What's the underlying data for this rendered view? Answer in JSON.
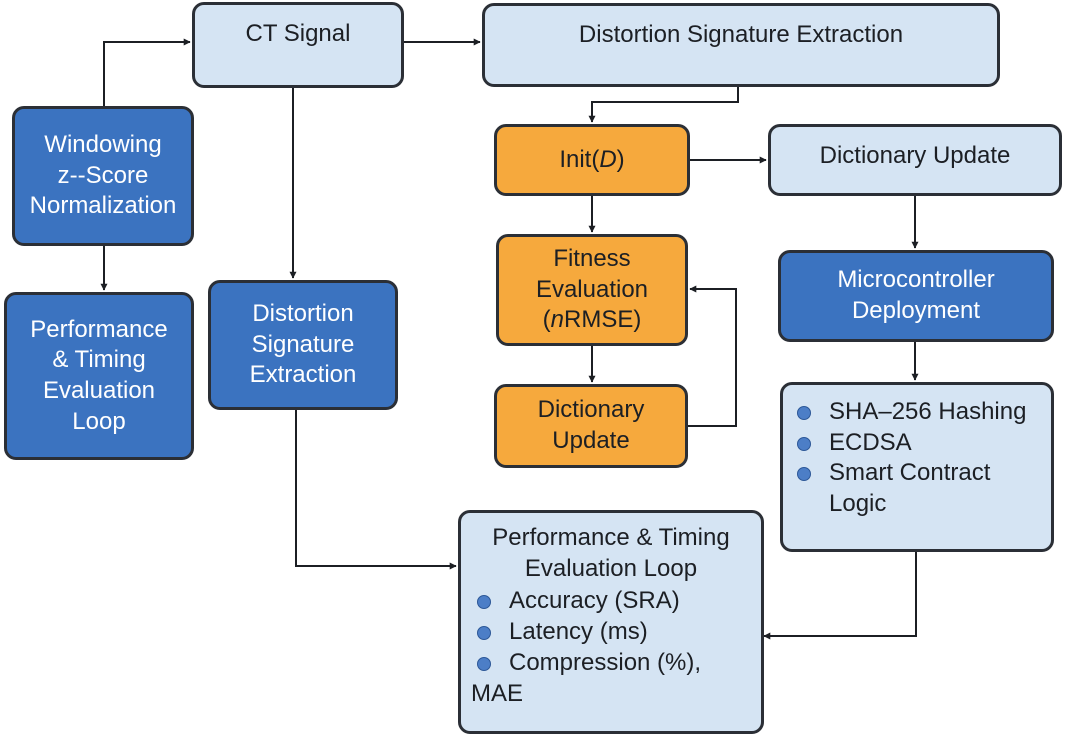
{
  "nodes": {
    "ct_signal": {
      "lines": [
        "CT Signal"
      ]
    },
    "dse_top": {
      "lines": [
        "Distortion Signature Extraction"
      ]
    },
    "windowing": {
      "lines": [
        "Windowing",
        "z--Score",
        "Normalization"
      ]
    },
    "perf_left": {
      "lines": [
        "Performance",
        "& Timing",
        "Evaluation",
        "Loop"
      ]
    },
    "dse_mid": {
      "lines": [
        "Distortion",
        "Signature",
        "Extraction"
      ]
    },
    "init": {
      "lines": [
        "Init(",
        "D",
        ")"
      ]
    },
    "fitness": {
      "lines": [
        "Fitness",
        "Evaluation",
        "(",
        "n",
        "RMSE)"
      ]
    },
    "dict_orange": {
      "lines": [
        "Dictionary",
        "Update"
      ]
    },
    "dict_right": {
      "lines": [
        "Dictionary Update"
      ]
    },
    "micro": {
      "lines": [
        "Microcontroller",
        "Deployment"
      ]
    },
    "security": {
      "items": [
        "SHA–256 Hashing",
        "ECDSA",
        "Smart Contract",
        "Logic"
      ]
    },
    "perf_bottom": {
      "title": [
        "Performance & Timing",
        "Evaluation Loop"
      ],
      "items": [
        "Accuracy (SRA)",
        "Latency (ms)",
        "Compression (%),",
        "MAE"
      ]
    }
  },
  "colors": {
    "light": "#d5e4f3",
    "dark": "#3b73c0",
    "orange": "#f6a93d",
    "stroke": "#2b2f36"
  }
}
